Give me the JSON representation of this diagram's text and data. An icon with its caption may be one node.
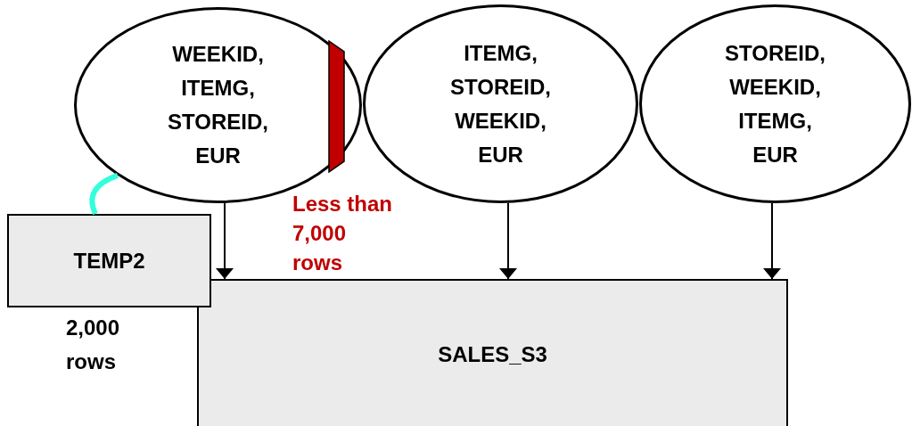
{
  "diagram": {
    "nodes": [
      {
        "text": [
          "WEEKID, ITEMG, STOREID, EUR"
        ]
      },
      {
        "text": [
          "ITEMG, STOREID, WEEKID, EUR"
        ]
      },
      {
        "text": [
          "STOREID, WEEKID, ITEMG, EUR"
        ]
      },
      {
        "text": [
          "TEMP2"
        ],
        "beside": [
          "2,000 rows"
        ]
      },
      {
        "text": [
          "SALES_S3"
        ]
      },
      {
        "text": [],
        "shape": "bar",
        "in": 0
      }
    ],
    "edges": [
      {
        "from": 0,
        "to": 4,
        "arrow": "to"
      },
      {
        "from": 1,
        "to": 4,
        "arrow": "to"
      },
      {
        "from": 2,
        "to": 4,
        "arrow": "to"
      },
      {
        "from": 3,
        "to": 0,
        "arrow": "none",
        "style": "thick",
        "color": "#33ffdd"
      }
    ],
    "labels": [
      "Less than 7,000 rows"
    ]
  }
}
